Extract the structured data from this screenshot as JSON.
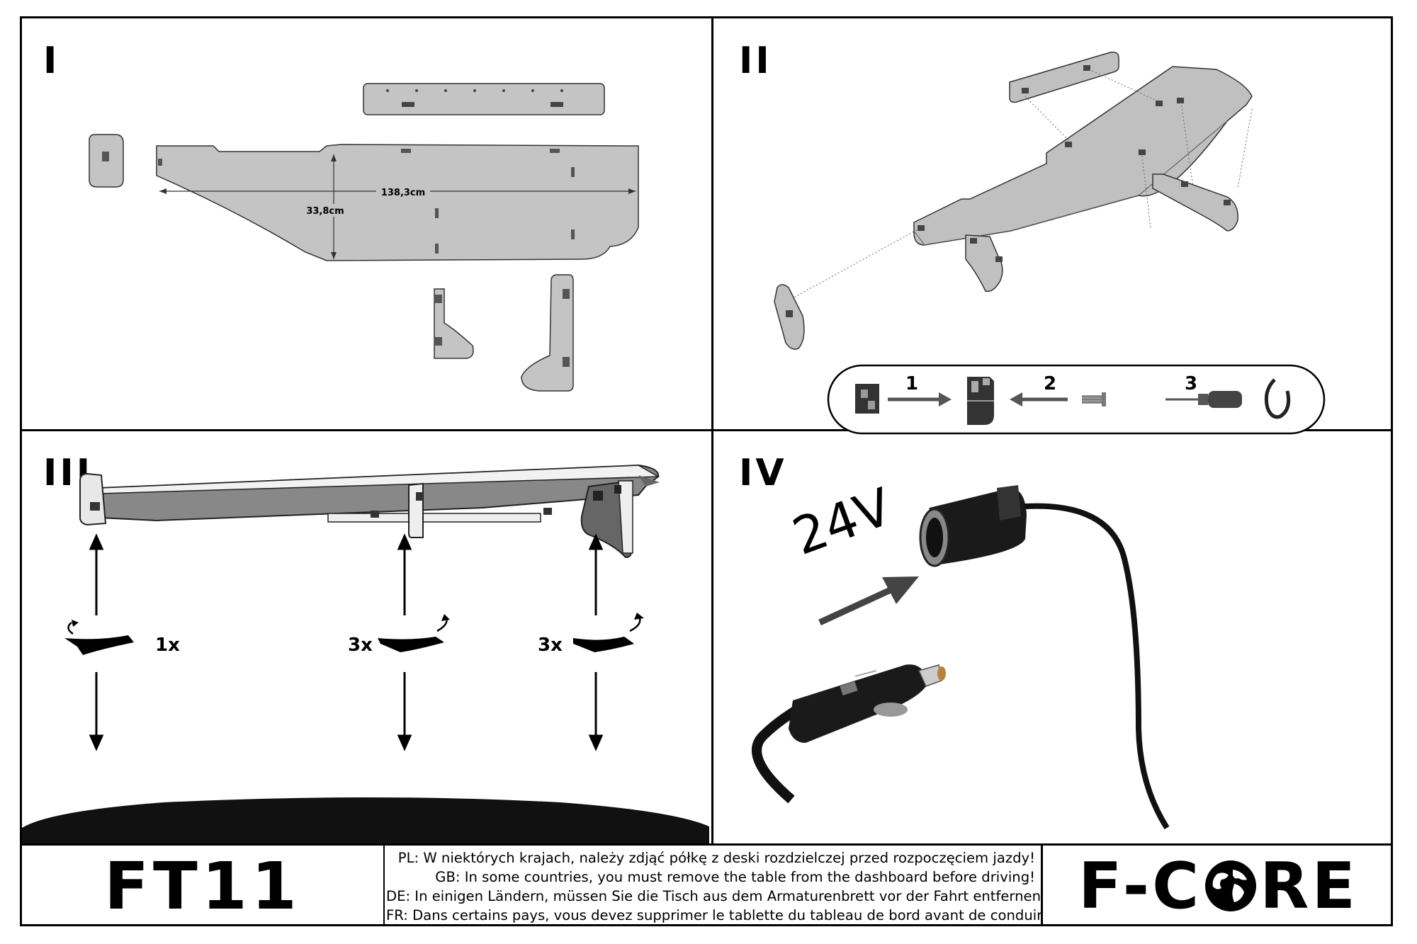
{
  "panels": {
    "p1": {
      "number": "I",
      "width_label": "138,3cm",
      "height_label": "33,8cm"
    },
    "p2": {
      "number": "II",
      "step1": "1",
      "step2": "2",
      "step3": "3"
    },
    "p3": {
      "number": "III",
      "left_count": "1x",
      "middle_count": "3x",
      "right_count": "3x"
    },
    "p4": {
      "number": "IV",
      "voltage": "24V"
    }
  },
  "footer": {
    "model": "FT11",
    "warnings": [
      "PL: W niektórych krajach, należy zdjąć półkę z deski rozdzielczej przed rozpoczęciem jazdy!",
      "GB: In some countries, you must remove the table from the dashboard before driving!",
      "DE: In einigen Ländern, müssen Sie die Tisch aus dem Armaturenbrett vor der Fahrt entfernen!",
      "FR: Dans certains pays, vous devez supprimer le tablette du tableau de bord avant de conduire!"
    ],
    "brand_prefix": "F-C",
    "brand_suffix": "RE"
  },
  "colors": {
    "part_fill": "#bdbdbd",
    "part_stroke": "#333333",
    "dark": "#111111"
  }
}
